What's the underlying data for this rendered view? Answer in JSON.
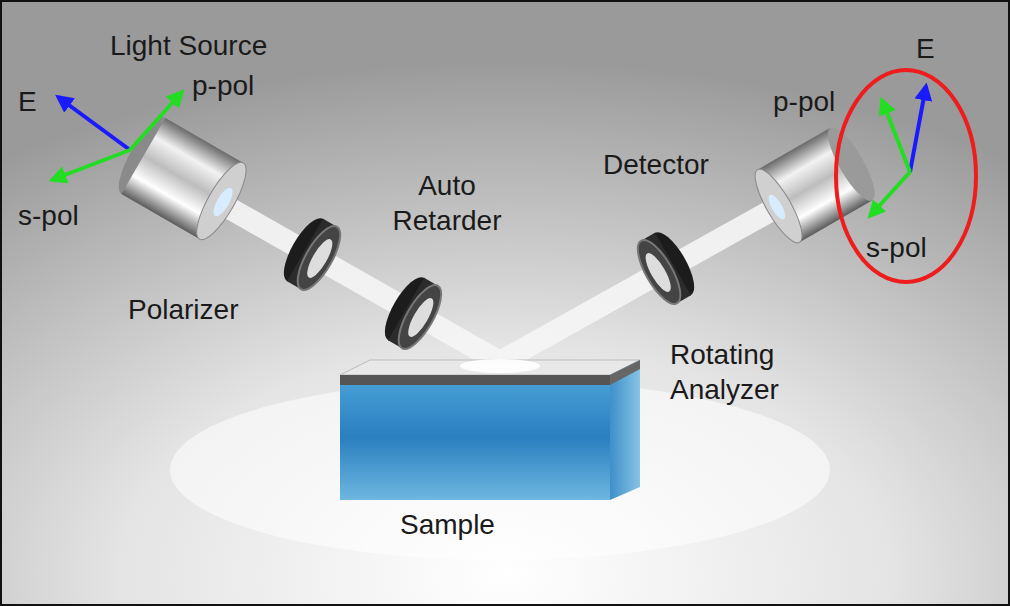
{
  "diagram": {
    "labels": [
      "Light Source",
      "E",
      "p-pol",
      "s-pol",
      "Polarizer",
      "Auto Retarder",
      "E",
      "p-pol",
      "Detector",
      "s-pol",
      "Rotating Analyzer",
      "Sample"
    ]
  }
}
